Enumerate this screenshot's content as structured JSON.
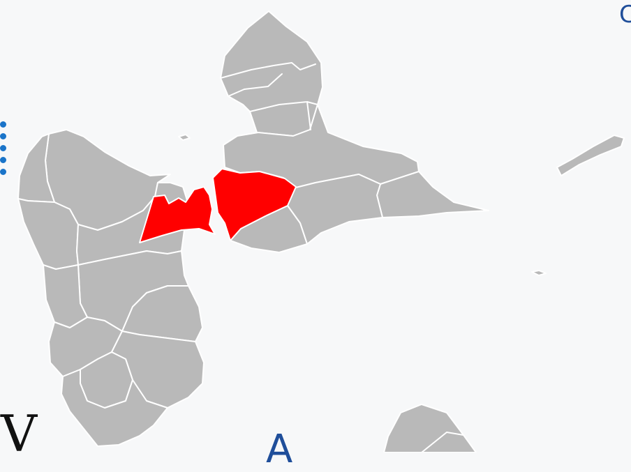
{
  "map": {
    "land_color": "#b9b9b9",
    "highlight_color": "#ff0000",
    "border_color": "#ffffff",
    "background_color": "#f7f8f9"
  },
  "edge_labels": {
    "top_right_fragment": "C",
    "bottom_center_fragment": "A",
    "bottom_left_fragment": "V"
  }
}
